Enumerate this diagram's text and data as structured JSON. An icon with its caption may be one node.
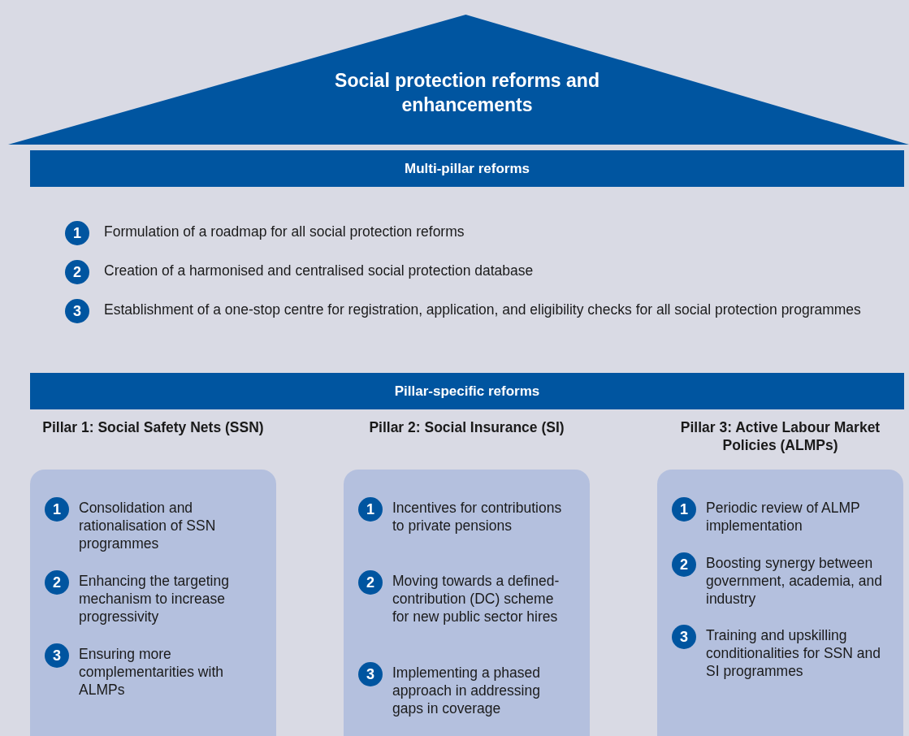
{
  "diagram": {
    "nodes": [
      {
        "text": [
          "Social protection reforms and enhancements"
        ]
      },
      {
        "text": [
          "Multi-pillar reforms"
        ]
      },
      {
        "text": [
          "1"
        ],
        "beside": [
          "Formulation of a roadmap for all social protection reforms"
        ]
      },
      {
        "text": [
          "2"
        ],
        "beside": [
          "Creation of a harmonised and centralised social protection database"
        ]
      },
      {
        "text": [
          "3"
        ],
        "beside": [
          "Establishment of a one-stop centre for registration, application, and eligibility checks for all social protection programmes"
        ]
      },
      {
        "text": [
          "Pillar-specific reforms"
        ]
      },
      {
        "text": [
          "Pillar 1: Social Safety Nets (SSN)"
        ]
      },
      {
        "text": [
          "1"
        ],
        "in": 6,
        "beside": [
          "Consolidation and rationalisation of SSN programmes"
        ]
      },
      {
        "text": [
          "2"
        ],
        "in": 6,
        "beside": [
          "Enhancing the targeting mechanism to increase progressivity"
        ]
      },
      {
        "text": [
          "3"
        ],
        "in": 6,
        "beside": [
          "Ensuring more complementarities with ALMPs"
        ]
      },
      {
        "text": [
          "Pillar 2: Social Insurance (SI)"
        ]
      },
      {
        "text": [
          "1"
        ],
        "in": 10,
        "beside": [
          "Incentives for contributions to private pensions"
        ]
      },
      {
        "text": [
          "2"
        ],
        "in": 10,
        "beside": [
          "Moving towards a defined-contribution (DC) scheme for new public sector hires"
        ]
      },
      {
        "text": [
          "3"
        ],
        "in": 10,
        "beside": [
          "Implementing a phased approach in addressing gaps in coverage"
        ]
      },
      {
        "text": [
          "Pillar 3: Active Labour Market Policies (ALMPs)"
        ]
      },
      {
        "text": [
          "1"
        ],
        "in": 14,
        "beside": [
          "Periodic review of ALMP implementation"
        ]
      },
      {
        "text": [
          "2"
        ],
        "in": 14,
        "beside": [
          "Boosting synergy between government, academia, and industry"
        ]
      },
      {
        "text": [
          "3"
        ],
        "in": 14,
        "beside": [
          "Training and upskilling conditionalities for SSN and SI programmes"
        ]
      }
    ]
  }
}
